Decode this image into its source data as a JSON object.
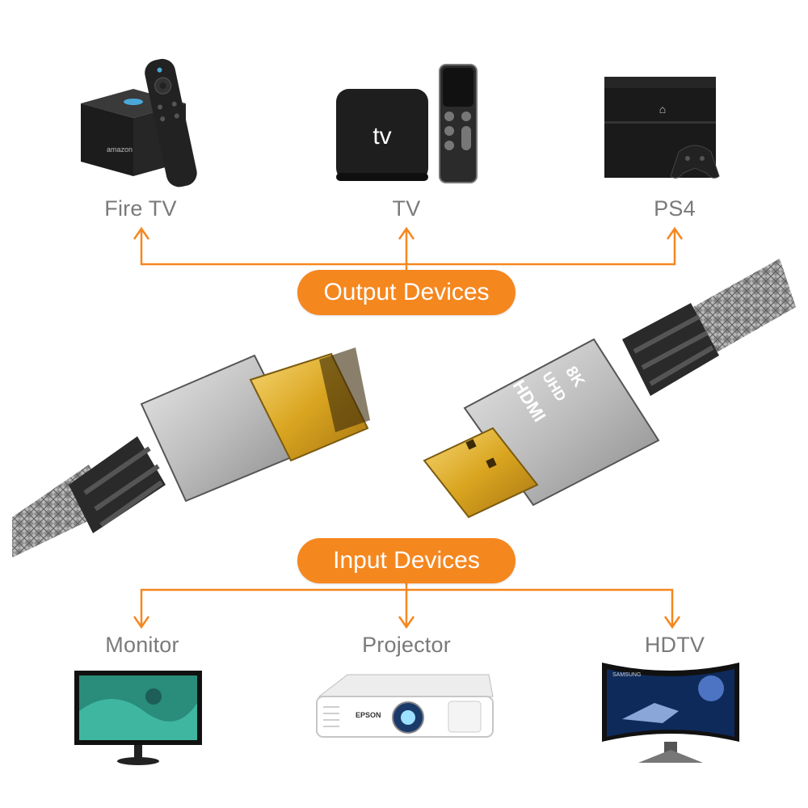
{
  "output_group": {
    "label": "Output Devices",
    "devices": [
      {
        "name": "Fire TV",
        "icon": "fire-tv-icon",
        "logo_text": "amazon"
      },
      {
        "name": "TV",
        "icon": "apple-tv-icon",
        "logo_text": "tv"
      },
      {
        "name": "PS4",
        "icon": "ps4-icon"
      }
    ]
  },
  "input_group": {
    "label": "Input Devices",
    "devices": [
      {
        "name": "Monitor",
        "icon": "monitor-icon"
      },
      {
        "name": "Projector",
        "icon": "projector-icon",
        "logo_text": "EPSON"
      },
      {
        "name": "HDTV",
        "icon": "hdtv-icon",
        "logo_text": "SAMSUNG"
      }
    ]
  },
  "cable": {
    "plug_marking_1": "8K",
    "plug_marking_2": "UHD",
    "plug_marking_3": "HDMI"
  },
  "colors": {
    "accent": "#f5871f",
    "label_gray": "#7a7a7a",
    "gold": "#d9a520",
    "metal": "#c8c8c8"
  }
}
